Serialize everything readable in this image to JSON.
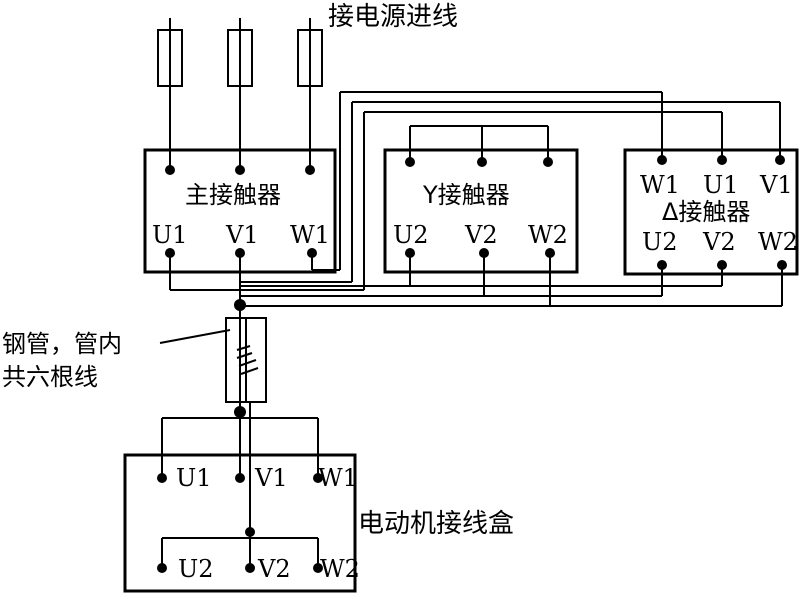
{
  "title": "接电源进线",
  "main_contactor": {
    "name": "主接触器",
    "terminals": [
      "U1",
      "V1",
      "W1"
    ]
  },
  "star_contactor": {
    "name": "Y接触器",
    "terminals": [
      "U2",
      "V2",
      "W2"
    ]
  },
  "delta_contactor": {
    "name": "Δ接触器",
    "top_terminals": [
      "W1",
      "U1",
      "V1"
    ],
    "bottom_terminals": [
      "U2",
      "V2",
      "W2"
    ]
  },
  "conduit_note": {
    "line1": "钢管，管内",
    "line2": "共六根线"
  },
  "motor_box": {
    "name": "电动机接线盒",
    "top_terminals": [
      "U1",
      "V1",
      "W1"
    ],
    "bottom_terminals": [
      "U2",
      "V2",
      "W2"
    ]
  }
}
